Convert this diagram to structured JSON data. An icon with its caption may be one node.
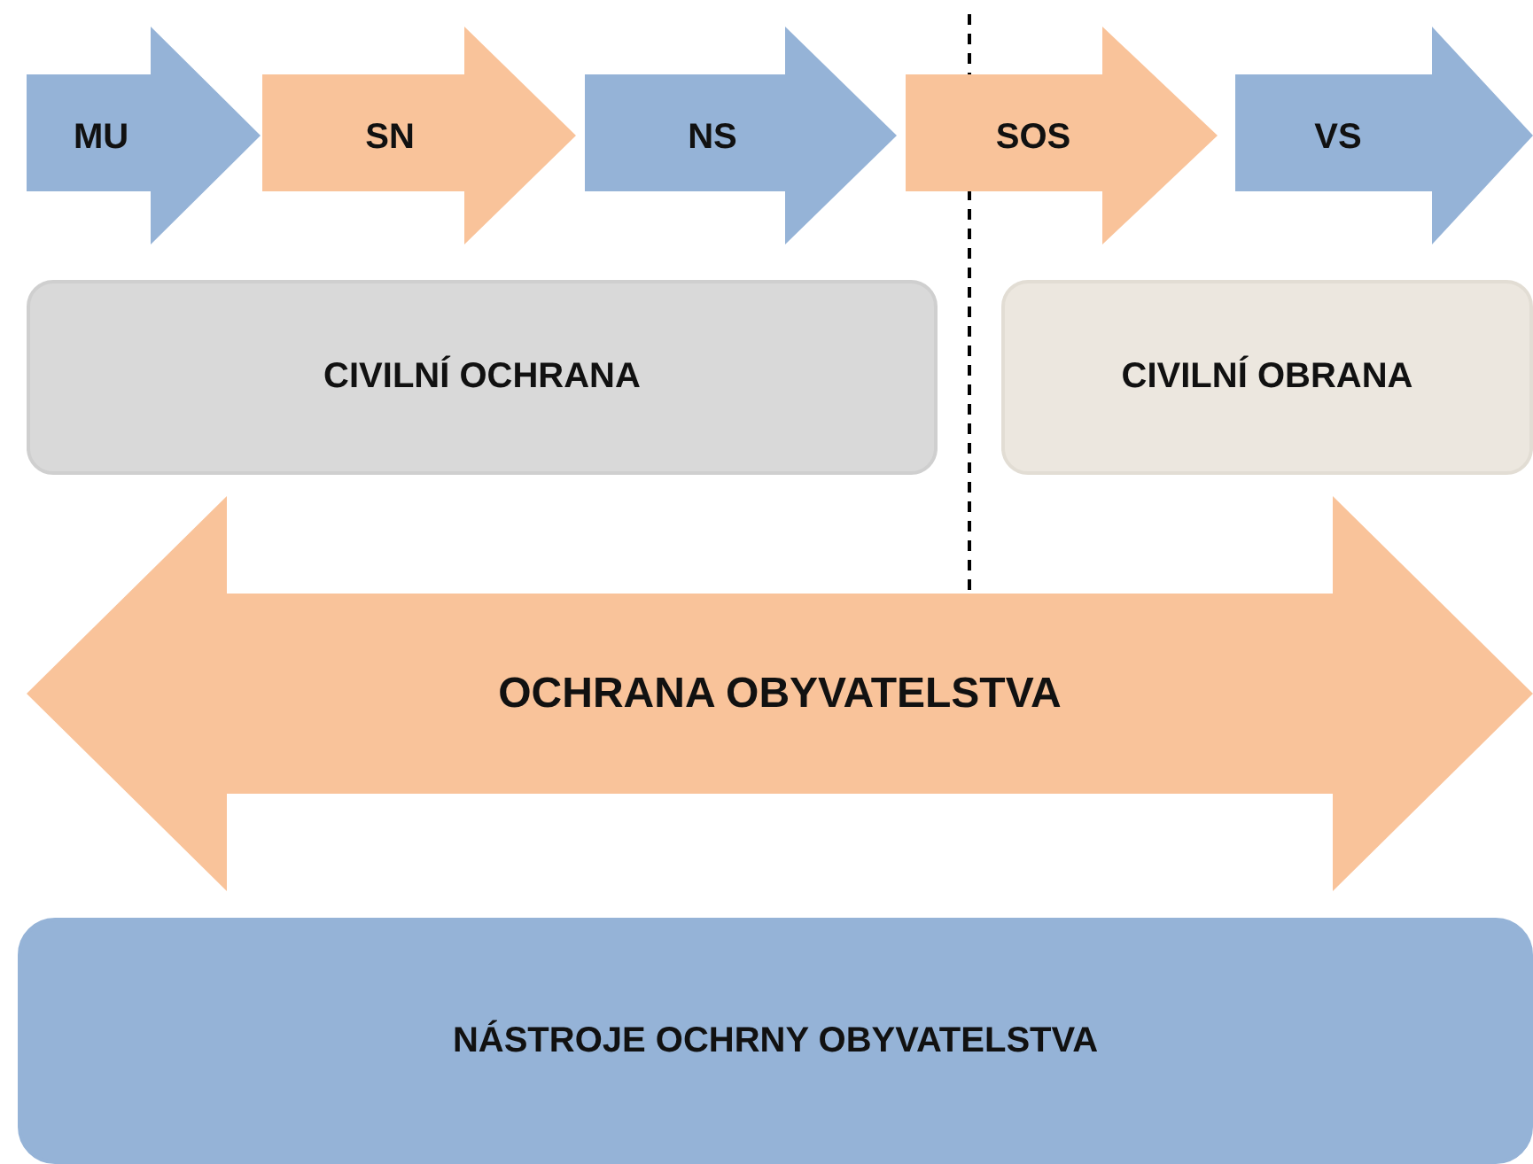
{
  "diagram": {
    "nodes": [
      {
        "text": [
          "MU"
        ]
      },
      {
        "text": [
          "SN"
        ]
      },
      {
        "text": [
          "NS"
        ]
      },
      {
        "text": [
          "SOS"
        ]
      },
      {
        "text": [
          "VS"
        ]
      },
      {
        "text": [
          "CIVILNÍ OCHRANA"
        ]
      },
      {
        "text": [
          "CIVILNÍ OBRANA"
        ]
      },
      {
        "text": [
          "OCHRANA OBYVATELSTVA"
        ]
      },
      {
        "text": [
          "NÁSTROJE OCHRNY OBYVATELSTVA"
        ]
      }
    ]
  }
}
